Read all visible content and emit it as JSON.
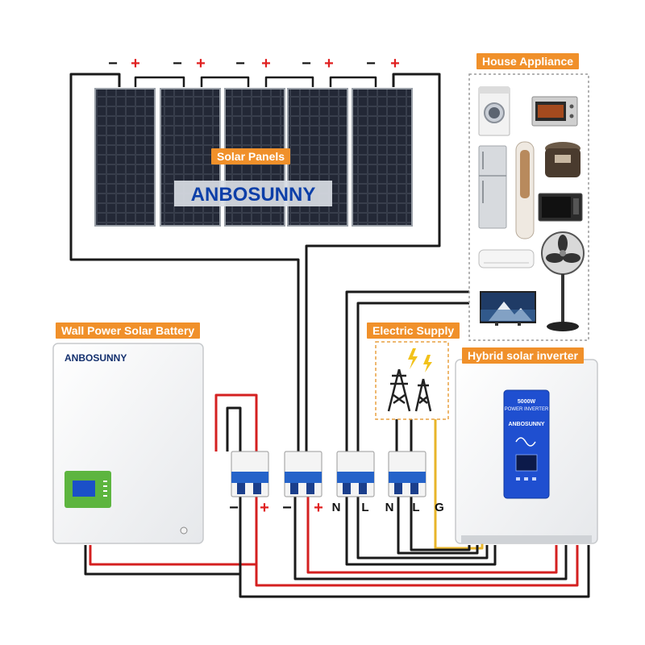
{
  "labels": {
    "solar_panels": "Solar Panels",
    "house_appliance": "House Appliance",
    "wall_battery": "Wall Power Solar Battery",
    "electric_supply": "Electric Supply",
    "hybrid_inverter": "Hybrid solar inverter"
  },
  "brand": {
    "panels_logo": "ANBOSUNNY",
    "battery_logo": "ANBOSUNNY",
    "inverter_logo": "ANBOSUNNY"
  },
  "inverter": {
    "rating": "5000W",
    "subtitle": "POWER INVERTER"
  },
  "panel_terminals": [
    {
      "minus": "−",
      "plus": "+"
    },
    {
      "minus": "−",
      "plus": "+"
    },
    {
      "minus": "−",
      "plus": "+"
    },
    {
      "minus": "−",
      "plus": "+"
    },
    {
      "minus": "−",
      "plus": "+"
    }
  ],
  "breaker_terminals": [
    "−",
    "+",
    "−",
    "+",
    "N",
    "L",
    "N",
    "L",
    "G"
  ],
  "appliances": [
    {
      "name": "washing-machine",
      "icon": "washing-machine-icon"
    },
    {
      "name": "oven",
      "icon": "oven-icon"
    },
    {
      "name": "refrigerator",
      "icon": "fridge-icon"
    },
    {
      "name": "air-purifier",
      "icon": "tower-ac-icon"
    },
    {
      "name": "rice-cooker",
      "icon": "rice-cooker-icon"
    },
    {
      "name": "microwave",
      "icon": "microwave-icon"
    },
    {
      "name": "air-conditioner",
      "icon": "ac-unit-icon"
    },
    {
      "name": "television",
      "icon": "tv-icon"
    },
    {
      "name": "fan",
      "icon": "fan-icon"
    }
  ],
  "colors": {
    "label_bg": "#f0902a",
    "wire_black": "#1a1a1a",
    "wire_red": "#d42020",
    "wire_yellow": "#e8b52a",
    "brand_blue": "#0d3fa8",
    "breaker_blue": "#2563c9"
  }
}
